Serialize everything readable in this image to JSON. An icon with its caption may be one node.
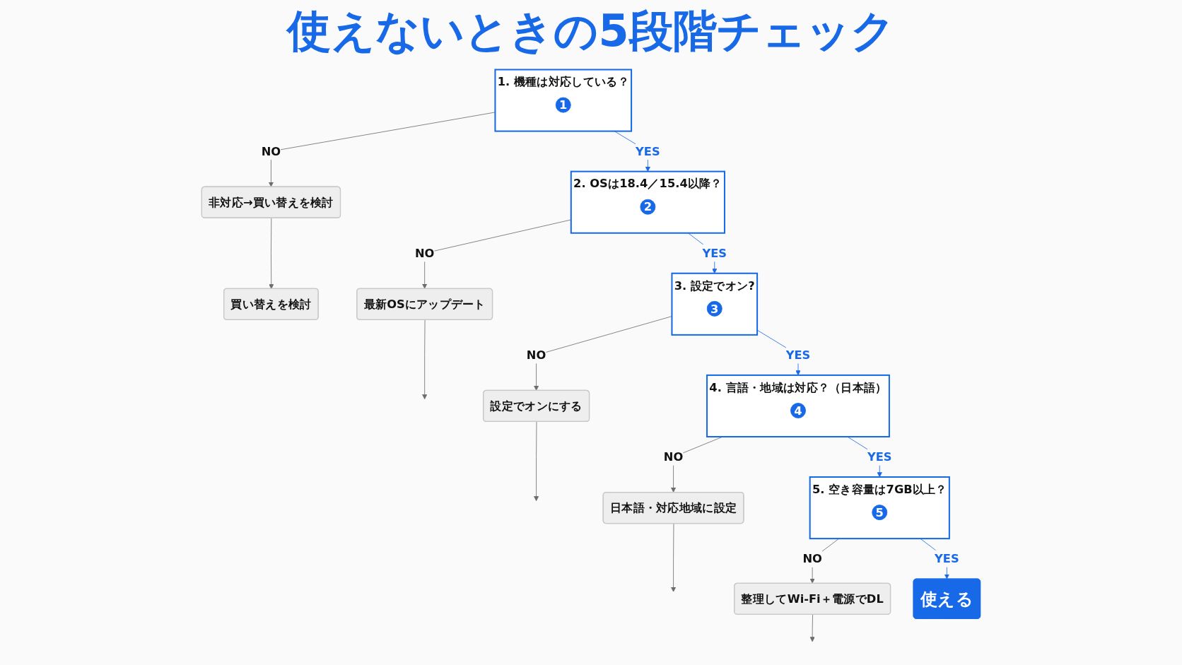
{
  "diagram": {
    "title": "使えないときの5段階チェック",
    "nodes": [
      {
        "text": [
          "1. 機種は対応している？"
        ]
      },
      {
        "text": [
          "1"
        ],
        "in": 0
      },
      {
        "text": [
          "非対応→買い替えを検討"
        ]
      },
      {
        "text": [
          "買い替えを検討"
        ]
      },
      {
        "text": [
          "2. OSは18.4／15.4以降？"
        ]
      },
      {
        "text": [
          "2"
        ],
        "in": 4
      },
      {
        "text": [
          "最新OSにアップデート"
        ]
      },
      {
        "text": [
          "3. 設定でオン?"
        ]
      },
      {
        "text": [
          "3"
        ],
        "in": 7
      },
      {
        "text": [
          "設定でオンにする"
        ]
      },
      {
        "text": [
          "4. 言語・地域は対応？（日本語）"
        ]
      },
      {
        "text": [
          "4"
        ],
        "in": 10
      },
      {
        "text": [
          "日本語・対応地域に設定"
        ]
      },
      {
        "text": [
          "5. 空き容量は7GB以上？"
        ]
      },
      {
        "text": [
          "5"
        ],
        "in": 13
      },
      {
        "text": [
          "整理してWi-Fi＋電源でDL"
        ]
      },
      {
        "text": [
          "使える"
        ]
      }
    ],
    "edges": [
      {
        "from": 0,
        "to": 2,
        "arrow": "to",
        "label": "NO"
      },
      {
        "from": 2,
        "to": 3,
        "arrow": "to"
      },
      {
        "from": 0,
        "to": 4,
        "arrow": "to",
        "label": "YES",
        "color": "#1769e8"
      },
      {
        "from": 4,
        "to": 6,
        "arrow": "to",
        "label": "NO"
      },
      {
        "from": 6,
        "to": null,
        "arrow": "to"
      },
      {
        "from": 4,
        "to": 7,
        "arrow": "to",
        "label": "YES",
        "color": "#1769e8"
      },
      {
        "from": 7,
        "to": 9,
        "arrow": "to",
        "label": "NO"
      },
      {
        "from": 9,
        "to": null,
        "arrow": "to"
      },
      {
        "from": 7,
        "to": 10,
        "arrow": "to",
        "label": "YES",
        "color": "#1769e8"
      },
      {
        "from": 10,
        "to": 12,
        "arrow": "to",
        "label": "NO"
      },
      {
        "from": 12,
        "to": null,
        "arrow": "to"
      },
      {
        "from": 10,
        "to": 13,
        "arrow": "to",
        "label": "YES",
        "color": "#1769e8"
      },
      {
        "from": 13,
        "to": 15,
        "arrow": "to",
        "label": "NO"
      },
      {
        "from": 15,
        "to": null,
        "arrow": "to"
      },
      {
        "from": 13,
        "to": 16,
        "arrow": "to",
        "label": "YES",
        "color": "#1769e8"
      }
    ]
  }
}
